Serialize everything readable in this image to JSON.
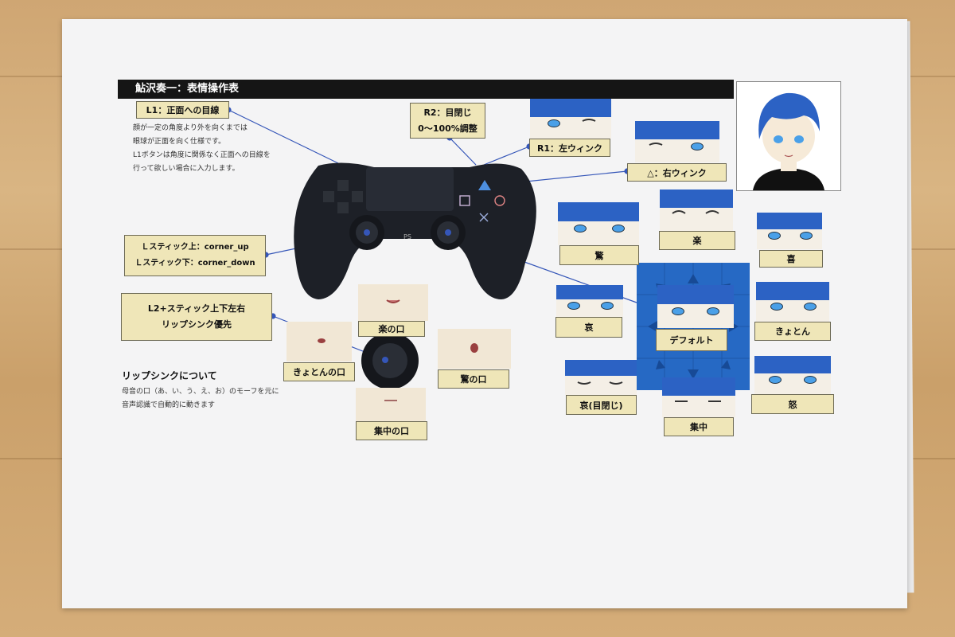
{
  "title": "鮎沢奏一：表情操作表",
  "controls": {
    "l1": "L1：正面への目線",
    "r2_line1": "R2：目閉じ",
    "r2_line2": "0〜100%調整",
    "r1": "R1：左ウィンク",
    "triangle": "△：右ウィンク",
    "lstick_up": "Ｌスティック上：corner_up",
    "lstick_down": "Ｌスティック下：corner_down",
    "l2_line1": "L2+スティック上下左右",
    "l2_line2": "リップシンク優先"
  },
  "l1_note": [
    "顔が一定の角度より外を向くまでは",
    "眼球が正面を向く仕様です。",
    "L1ボタンは角度に関係なく正面への目線を",
    "行って欲しい場合に入力します。"
  ],
  "lipsync": {
    "heading": "リップシンクについて",
    "lines": [
      "母音の口（あ、い、う、え、お）のモーフを元に",
      "音声認識で自動的に動きます"
    ]
  },
  "mouths": {
    "raku": "楽の口",
    "kyoton": "きょとんの口",
    "odoroki": "驚の口",
    "shuchu": "集中の口"
  },
  "expressions": {
    "odoroki": "驚",
    "raku": "楽",
    "ki": "喜",
    "ai": "哀",
    "default": "デフォルト",
    "kyoton": "きょとん",
    "ai_closed": "哀(目閉じ)",
    "shuchu": "集中",
    "do": "怒"
  },
  "colors": {
    "accent_blue": "#2669c4",
    "label_bg": "#efe6b8",
    "title_bar": "#151515",
    "hair": "#2c62c4"
  }
}
